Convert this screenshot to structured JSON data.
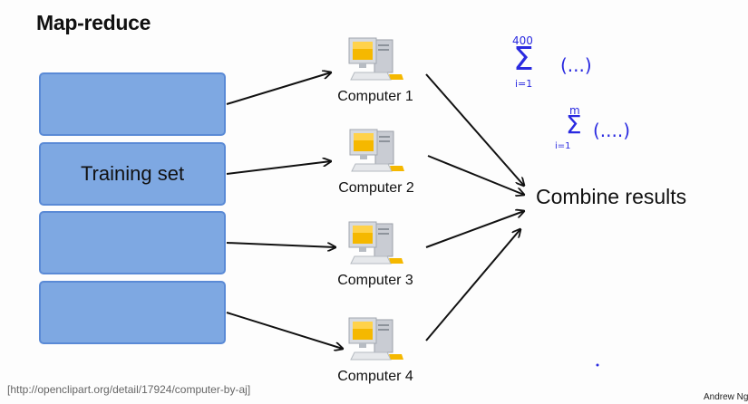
{
  "title": "Map-reduce",
  "training_blocks": [
    {
      "label": ""
    },
    {
      "label": "Training set"
    },
    {
      "label": ""
    },
    {
      "label": ""
    }
  ],
  "computers": [
    {
      "label": "Computer 1",
      "icon": "computer-icon"
    },
    {
      "label": "Computer 2",
      "icon": "computer-icon"
    },
    {
      "label": "Computer 3",
      "icon": "computer-icon"
    },
    {
      "label": "Computer 4",
      "icon": "computer-icon"
    }
  ],
  "combine_label": "Combine results",
  "annotations": {
    "sum1": {
      "upper": "400",
      "lower": "i=1",
      "body": "(...)"
    },
    "sum2": {
      "upper": "m",
      "lower": "i=1",
      "body": "(....)"
    }
  },
  "credit": "[http://openclipart.org/detail/17924/computer-by-aj]",
  "author": "Andrew Ng",
  "colors": {
    "block_fill": "#7ea8e2",
    "block_border": "#5a8ad6",
    "ink": "#2a2ae0"
  }
}
